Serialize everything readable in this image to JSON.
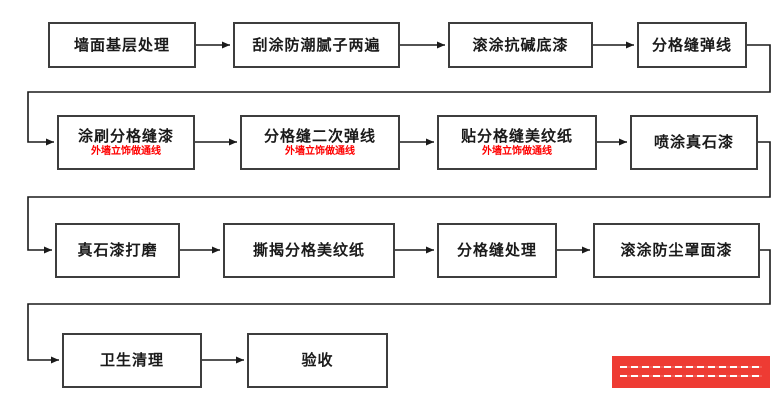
{
  "flow": {
    "rows": [
      {
        "boxes": [
          {
            "label": "墙面基层处理"
          },
          {
            "label": "刮涂防潮腻子两遍"
          },
          {
            "label": "滚涂抗碱底漆"
          },
          {
            "label": "分格缝弹线"
          }
        ]
      },
      {
        "boxes": [
          {
            "label": "涂刷分格缝漆",
            "note": "外墙立饰做通线"
          },
          {
            "label": "分格缝二次弹线",
            "note": "外墙立饰做通线"
          },
          {
            "label": "贴分格缝美纹纸",
            "note": "外墙立饰做通线"
          },
          {
            "label": "喷涂真石漆"
          }
        ]
      },
      {
        "boxes": [
          {
            "label": "真石漆打磨"
          },
          {
            "label": "撕揭分格美纹纸"
          },
          {
            "label": "分格缝处理"
          },
          {
            "label": "滚涂防尘罩面漆"
          }
        ]
      },
      {
        "boxes": [
          {
            "label": "卫生清理"
          },
          {
            "label": "验收"
          }
        ]
      }
    ]
  },
  "colors": {
    "box_border": "#3d3d3d",
    "box_fill": "#ffffff",
    "label_text": "#1a1a1a",
    "note_text": "#ff0000",
    "connector": "#1a1a1a",
    "watermark_bg": "#ee3b33"
  }
}
